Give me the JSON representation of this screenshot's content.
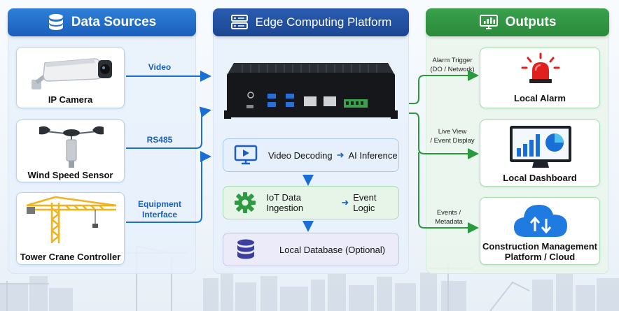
{
  "columns": {
    "sources": {
      "title": "Data Sources",
      "icon": "database-icon"
    },
    "edge": {
      "title": "Edge Computing Platform",
      "icon": "server-icon"
    },
    "outputs": {
      "title": "Outputs",
      "icon": "monitor-chart-icon"
    }
  },
  "sources": [
    {
      "label": "IP Camera",
      "icon": "ip-camera-icon",
      "link": "Video"
    },
    {
      "label": "Wind Speed Sensor",
      "icon": "anemometer-icon",
      "link": "RS485"
    },
    {
      "label": "Tower Crane Controller",
      "icon": "tower-crane-icon",
      "link_line1": "Equipment",
      "link_line2": "Interface"
    }
  ],
  "edge": {
    "device_icon": "edge-gateway-device-icon",
    "steps": [
      {
        "text_a": "Video Decoding",
        "arrow": "➜",
        "text_b": "AI Inference",
        "icon": "video-play-icon"
      },
      {
        "text_a": "IoT Data Ingestion",
        "arrow": "➜",
        "text_b": "Event Logic",
        "icon": "gear-icon"
      },
      {
        "text_a": "Local Database (Optional)",
        "icon": "database-icon"
      }
    ]
  },
  "outputs": [
    {
      "label": "Local Alarm",
      "icon": "alarm-light-icon",
      "link_line1": "Alarm Trigger",
      "link_line2": "(DO / Network)"
    },
    {
      "label": "Local Dashboard",
      "icon": "dashboard-monitor-icon",
      "link_line1": "Live View",
      "link_line2": "/ Event Display"
    },
    {
      "label_line1": "Construction Management",
      "label_line2": "Platform / Cloud",
      "icon": "cloud-upload-icon",
      "link_line1": "Events /",
      "link_line2": "Metadata"
    }
  ],
  "colors": {
    "blue": "#1a5fbb",
    "navy": "#1b4693",
    "green": "#2a8a3b",
    "alarm_red": "#e0201f",
    "crane_yellow": "#f2b21c"
  }
}
